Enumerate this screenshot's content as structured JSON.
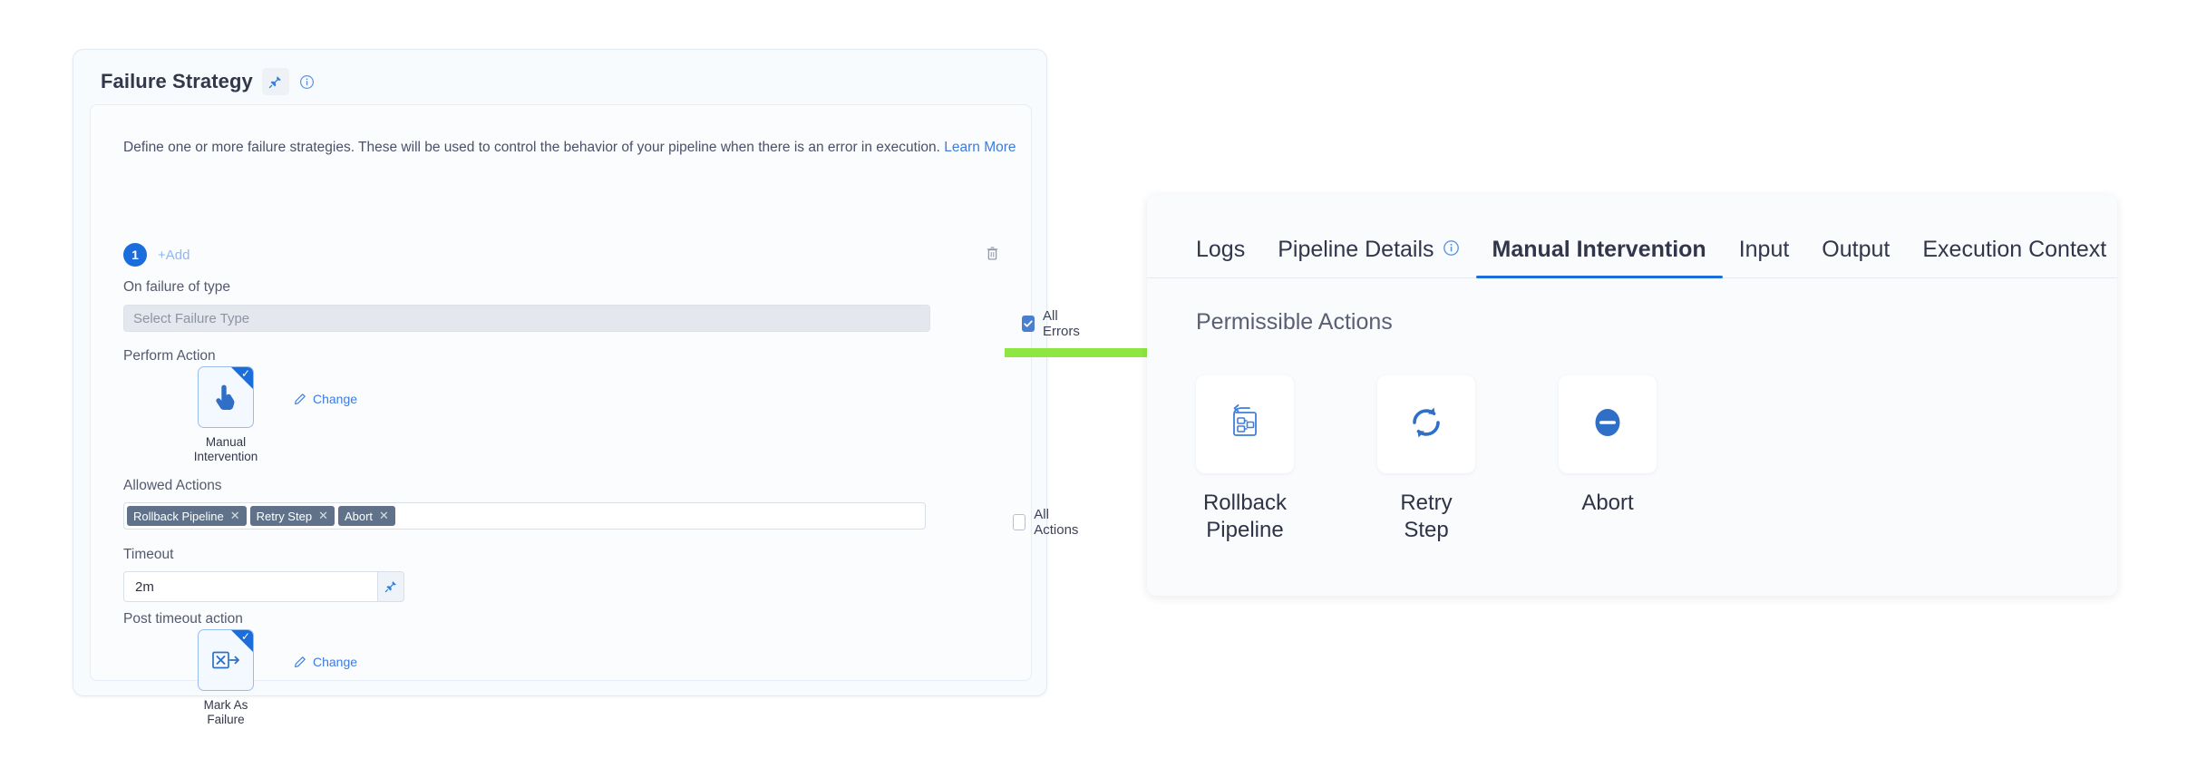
{
  "left_panel": {
    "title": "Failure Strategy",
    "pin_icon": "pin-icon",
    "info_icon": "info-icon",
    "description": "Define one or more failure strategies. These will be used to control the behavior of your pipeline when there is an error in execution.",
    "learn_more": "Learn More",
    "strategy_index": "1",
    "add_label": "+Add",
    "delete_icon": "trash-icon",
    "fields": {
      "on_failure_of_type": {
        "label": "On failure of type",
        "placeholder": "Select Failure Type",
        "value": "",
        "checkbox_label": "All Errors",
        "checkbox_checked": true
      },
      "perform_action": {
        "label": "Perform Action",
        "selected": "Manual Intervention",
        "icon": "hand-pointer-icon",
        "change_label": "Change",
        "selected_mark": "✓"
      },
      "allowed_actions": {
        "label": "Allowed Actions",
        "tags": [
          "Rollback Pipeline",
          "Retry Step",
          "Abort"
        ],
        "tag_remove": "✕",
        "checkbox_label": "All Actions",
        "checkbox_checked": false
      },
      "timeout": {
        "label": "Timeout",
        "value": "2m",
        "pin_icon": "pin-icon"
      },
      "post_timeout_action": {
        "label": "Post timeout action",
        "selected": "Mark As Failure",
        "icon": "mark-as-failure-icon",
        "change_label": "Change",
        "selected_mark": "✓"
      }
    }
  },
  "arrow": {
    "name": "green-arrow",
    "color": "#8ee642"
  },
  "right_panel": {
    "tabs": [
      {
        "label": "Logs",
        "active": false,
        "has_info_icon": false
      },
      {
        "label": "Pipeline Details",
        "active": false,
        "has_info_icon": true
      },
      {
        "label": "Manual Intervention",
        "active": true,
        "has_info_icon": false
      },
      {
        "label": "Input",
        "active": false,
        "has_info_icon": false
      },
      {
        "label": "Output",
        "active": false,
        "has_info_icon": false
      },
      {
        "label": "Execution Context",
        "active": false,
        "has_info_icon": false
      }
    ],
    "section_heading": "Permissible Actions",
    "actions": [
      {
        "label": "Rollback Pipeline",
        "icon": "rollback-pipeline-icon"
      },
      {
        "label": "Retry Step",
        "icon": "retry-icon"
      },
      {
        "label": "Abort",
        "icon": "abort-icon"
      }
    ]
  },
  "colors": {
    "accent_blue": "#1b6ddb",
    "link_blue": "#3b7ce0",
    "tag_gray": "#60728a",
    "arrow_green": "#8ee642"
  }
}
